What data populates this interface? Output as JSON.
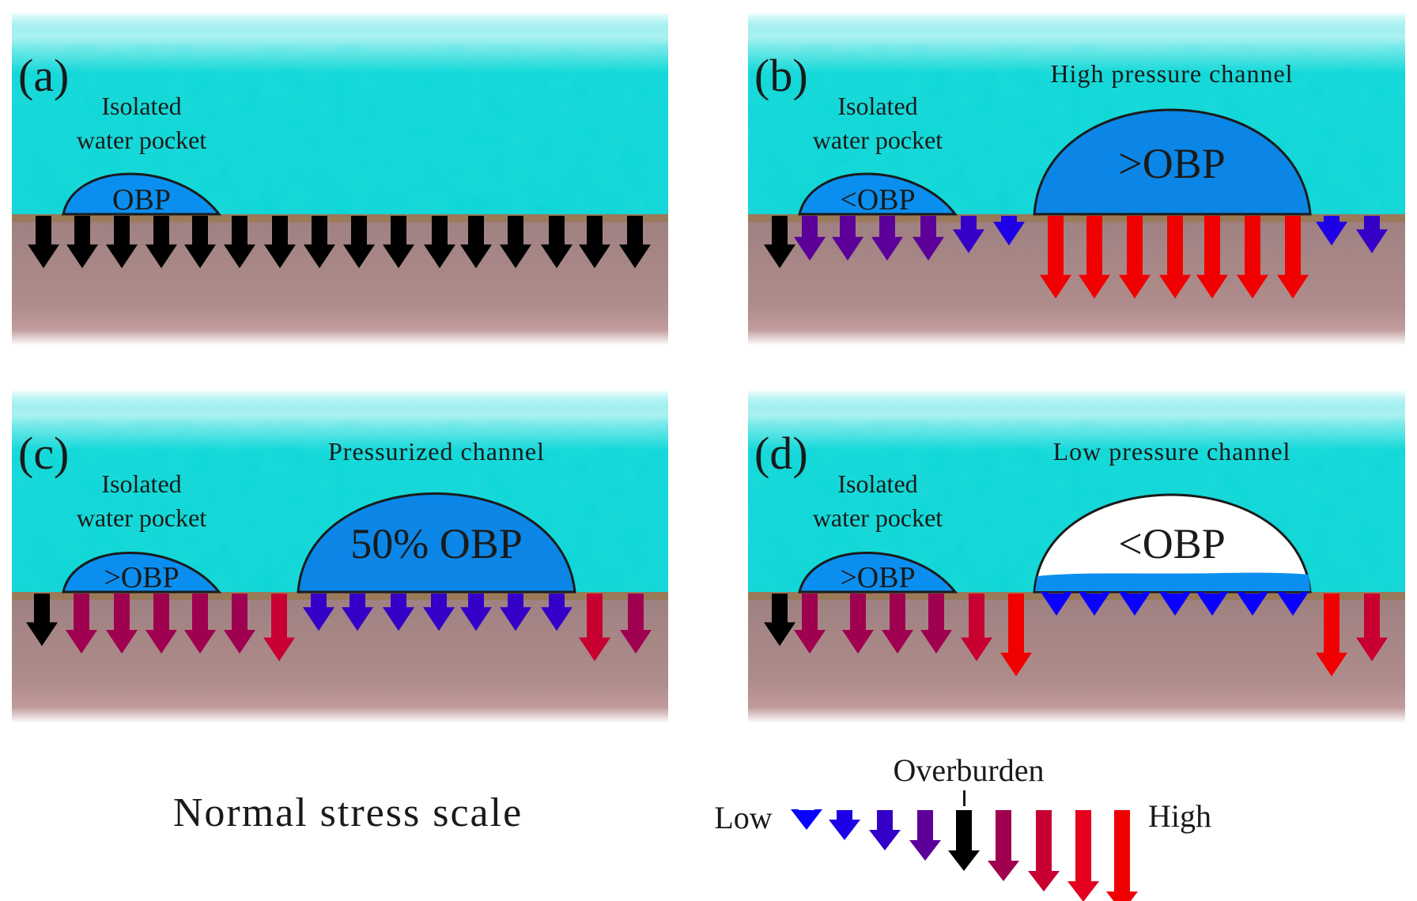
{
  "figure": {
    "panels": [
      {
        "id": "a",
        "letter": "(a)",
        "pocket": {
          "label_line1": "Isolated",
          "label_line2": "water pocket",
          "text": "OBP",
          "fill": "#0a8ff0"
        },
        "channel": null,
        "arrows": [
          5,
          5,
          5,
          5,
          5,
          5,
          5,
          5,
          5,
          5,
          5,
          5,
          5,
          5,
          5,
          5
        ]
      },
      {
        "id": "b",
        "letter": "(b)",
        "pocket": {
          "label_line1": "Isolated",
          "label_line2": "water pocket",
          "text": "<OBP",
          "fill": "#0a8ff0"
        },
        "channel": {
          "title": "High pressure channel",
          "text": ">OBP",
          "fill": "#0b86e6",
          "state": "full"
        },
        "arrows": [
          5,
          4,
          4,
          4,
          4,
          3,
          2,
          9,
          9,
          9,
          9,
          9,
          9,
          9,
          2,
          3
        ]
      },
      {
        "id": "c",
        "letter": "(c)",
        "pocket": {
          "label_line1": "Isolated",
          "label_line2": "water pocket",
          "text": ">OBP",
          "fill": "#0a8ff0"
        },
        "channel": {
          "title": "Pressurized channel",
          "text": "50% OBP",
          "fill": "#0b86e6",
          "state": "full"
        },
        "arrows": [
          5,
          6,
          6,
          6,
          6,
          6,
          7,
          3,
          3,
          3,
          3,
          3,
          3,
          3,
          7,
          6
        ]
      },
      {
        "id": "d",
        "letter": "(d)",
        "pocket": {
          "label_line1": "Isolated",
          "label_line2": "water pocket",
          "text": ">OBP",
          "fill": "#0a8ff0"
        },
        "channel": {
          "title": "Low pressure channel",
          "text": "<OBP",
          "fill": "#ffffff",
          "state": "partially-filled"
        },
        "arrows": [
          5,
          6,
          6,
          6,
          6,
          7,
          9,
          1,
          1,
          1,
          1,
          1,
          1,
          1,
          9,
          7
        ]
      }
    ],
    "legend": {
      "title": "Normal stress scale",
      "low_label": "Low",
      "high_label": "High",
      "reference_label": "Overburden",
      "reference_level": 5,
      "levels": [
        1,
        2,
        3,
        4,
        5,
        6,
        7,
        8,
        9
      ]
    },
    "colors": {
      "ice": "#12d8d8",
      "bed": "#b08a8a",
      "bed_top": "#9a7a58",
      "water": "#0a8ff0",
      "outline": "#1a1a1a",
      "stress_levels": [
        "#0a00ff",
        "#1e00e6",
        "#3400c8",
        "#5c0099",
        "#000000",
        "#a00050",
        "#c80032",
        "#e4001e",
        "#f00000"
      ]
    }
  }
}
